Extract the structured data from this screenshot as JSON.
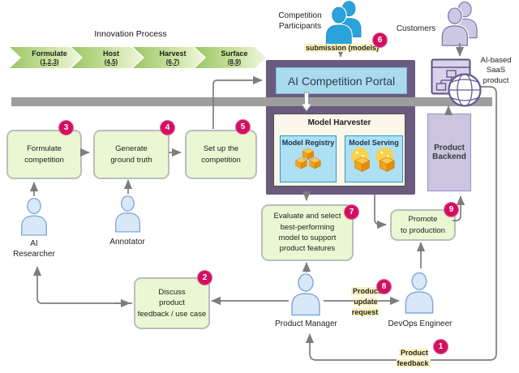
{
  "colors": {
    "step_fill": "#e9f8d2",
    "badge": "#d11060",
    "portal_purple": "#6a5b7e",
    "portal_header_blue": "#a9daee",
    "harvester_cream": "#fbf7ea",
    "component_blue": "#aee0f3",
    "component_border": "#2b97c8",
    "backend_purple": "#cbc5e2",
    "highlight_yellow": "#fdf3bf",
    "bar_gray": "#9d9d9d",
    "participants_blue": "#2aa3dc",
    "customers_purple": "#cdc8e4",
    "cube_orange": "#f2a21d"
  },
  "process": {
    "title": "Innovation Process",
    "steps": [
      {
        "label": "Formulate",
        "sub": "(1,2,3)"
      },
      {
        "label": "Host",
        "sub": "(4,5)"
      },
      {
        "label": "Harvest",
        "sub": "(6,7)"
      },
      {
        "label": "Surface",
        "sub": "(8,9)"
      }
    ]
  },
  "portal": {
    "title": "AI Competition Portal",
    "harvester": {
      "title": "Model Harvester",
      "registry_label": "Model Registry",
      "serving_label": "Model Serving"
    }
  },
  "backend": {
    "label": "Product\nBackend"
  },
  "saas_label": "AI-based\nSaaS product",
  "actors": {
    "participants": "Competition\nParticipants",
    "customers": "Customers",
    "researcher": "AI\nResearcher",
    "annotator": "Annotator",
    "product_manager": "Product Manager",
    "devops": "DevOps Engineer"
  },
  "steps": {
    "formulate": {
      "text": "Formulate\ncompetition",
      "badge": "3"
    },
    "ground_truth": {
      "text": "Generate\nground truth",
      "badge": "4"
    },
    "setup": {
      "text": "Set up the\ncompetition",
      "badge": "5"
    },
    "discuss": {
      "text": "Discuss\nproduct\nfeedback / use case",
      "badge": "2"
    },
    "evaluate": {
      "text": "Evaluate and select\nbest-performing\nmodel to support\nproduct features",
      "badge": "7"
    },
    "promote": {
      "text": "Promote\nto production",
      "badge": "9"
    }
  },
  "flows": {
    "submission": {
      "text": "submission (models)",
      "badge": "6"
    },
    "update": {
      "text": "Product\nupdate\nrequest",
      "badge": "8"
    },
    "feedback": {
      "text": "Product\nfeedback",
      "badge": "1"
    }
  }
}
